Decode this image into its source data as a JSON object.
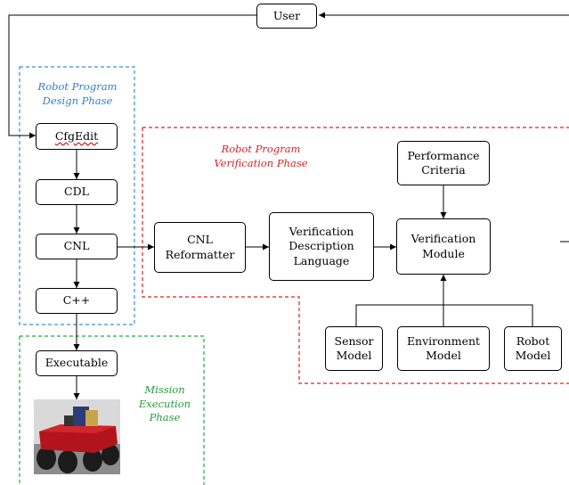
{
  "phases": {
    "design": "Robot Program\nDesign Phase",
    "verification": "Robot Program\nVerification Phase",
    "mission": "Mission\nExecution\nPhase"
  },
  "nodes": {
    "user": "User",
    "cfgedit": "CfgEdit",
    "cdl": "CDL",
    "cnl": "CNL",
    "cpp": "C++",
    "executable": "Executable",
    "cnl_reformatter": "CNL\nReformatter",
    "vdl": "Verification\nDescription\nLanguage",
    "verification_module": "Verification\nModule",
    "performance_criteria": "Performance\nCriteria",
    "sensor_model": "Sensor\nModel",
    "environment_model": "Environment\nModel",
    "robot_model": "Robot\nModel"
  },
  "colors": {
    "design_border": "#3a8fd8",
    "verification_border": "#e02020",
    "mission_border": "#22aa44",
    "design_text": "#2f7fce",
    "verification_text": "#e02020",
    "mission_text": "#2a9a3c"
  }
}
